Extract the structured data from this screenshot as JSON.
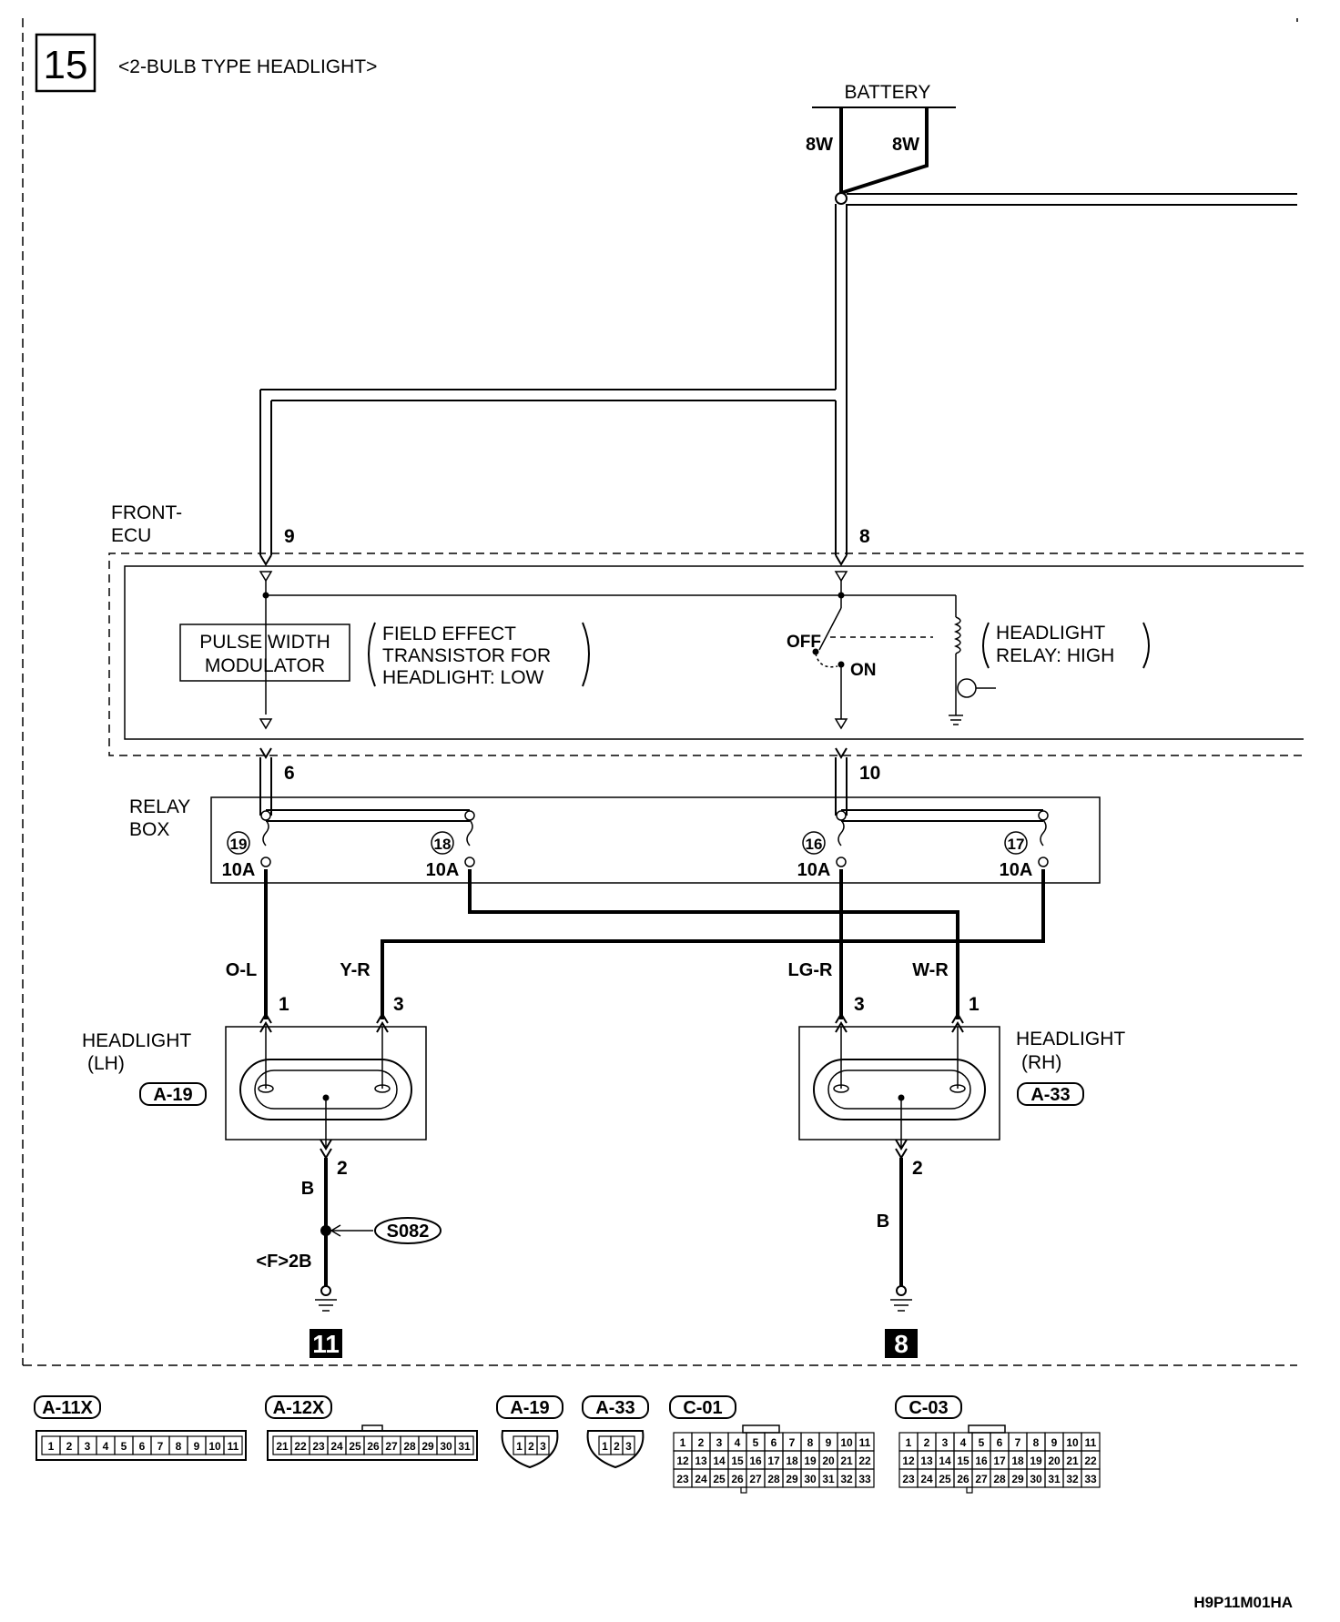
{
  "page_number": "15",
  "title": "<2-BULB TYPE HEADLIGHT>",
  "battery": {
    "label": "BATTERY",
    "wire_left": "8W",
    "wire_right": "8W"
  },
  "front_ecu": {
    "label_line1": "FRONT-",
    "label_line2": "ECU",
    "pin_in_left": "9",
    "pin_in_right": "8",
    "pin_out_left": "6",
    "pin_out_right": "10",
    "pwm_line1": "PULSE WIDTH",
    "pwm_line2": "MODULATOR",
    "fet_line1": "FIELD EFFECT",
    "fet_line2": "TRANSISTOR FOR",
    "fet_line3": "HEADLIGHT: LOW",
    "switch_off": "OFF",
    "switch_on": "ON",
    "relay_line1": "HEADLIGHT",
    "relay_line2": "RELAY: HIGH"
  },
  "relay_box": {
    "label_line1": "RELAY",
    "label_line2": "BOX",
    "fuses": [
      {
        "number": "19",
        "rating": "10A"
      },
      {
        "number": "18",
        "rating": "10A"
      },
      {
        "number": "16",
        "rating": "10A"
      },
      {
        "number": "17",
        "rating": "10A"
      }
    ]
  },
  "wires": {
    "ol": "O-L",
    "yr": "Y-R",
    "lgr": "LG-R",
    "wr": "W-R",
    "b_left": "B",
    "b_right": "B",
    "fb": "<F>2B"
  },
  "headlight_lh": {
    "label_line1": "HEADLIGHT",
    "label_line2": "(LH)",
    "connector": "A-19",
    "pin_1": "1",
    "pin_3": "3",
    "pin_2": "2"
  },
  "headlight_rh": {
    "label_line1": "HEADLIGHT",
    "label_line2": "(RH)",
    "connector": "A-33",
    "pin_3": "3",
    "pin_1": "1",
    "pin_2": "2"
  },
  "splice": "S082",
  "grounds": {
    "left": "11",
    "right": "8"
  },
  "connectors": {
    "a11x": {
      "name": "A-11X",
      "pins": [
        "1",
        "2",
        "3",
        "4",
        "5",
        "6",
        "7",
        "8",
        "9",
        "10",
        "11"
      ]
    },
    "a12x": {
      "name": "A-12X",
      "pins": [
        "21",
        "22",
        "23",
        "24",
        "25",
        "26",
        "27",
        "28",
        "29",
        "30",
        "31"
      ]
    },
    "a19": {
      "name": "A-19",
      "pins": [
        "1",
        "2",
        "3"
      ]
    },
    "a33": {
      "name": "A-33",
      "pins": [
        "1",
        "2",
        "3"
      ]
    },
    "c01": {
      "name": "C-01",
      "rows": [
        [
          "1",
          "2",
          "3",
          "4",
          "5",
          "6",
          "7",
          "8",
          "9",
          "10",
          "11"
        ],
        [
          "12",
          "13",
          "14",
          "15",
          "16",
          "17",
          "18",
          "19",
          "20",
          "21",
          "22"
        ],
        [
          "23",
          "24",
          "25",
          "26",
          "27",
          "28",
          "29",
          "30",
          "31",
          "32",
          "33"
        ]
      ]
    },
    "c03": {
      "name": "C-03",
      "rows": [
        [
          "1",
          "2",
          "3",
          "4",
          "5",
          "6",
          "7",
          "8",
          "9",
          "10",
          "11"
        ],
        [
          "12",
          "13",
          "14",
          "15",
          "16",
          "17",
          "18",
          "19",
          "20",
          "21",
          "22"
        ],
        [
          "23",
          "24",
          "25",
          "26",
          "27",
          "28",
          "29",
          "30",
          "31",
          "32",
          "33"
        ]
      ]
    }
  },
  "figure_code": "H9P11M01HA"
}
